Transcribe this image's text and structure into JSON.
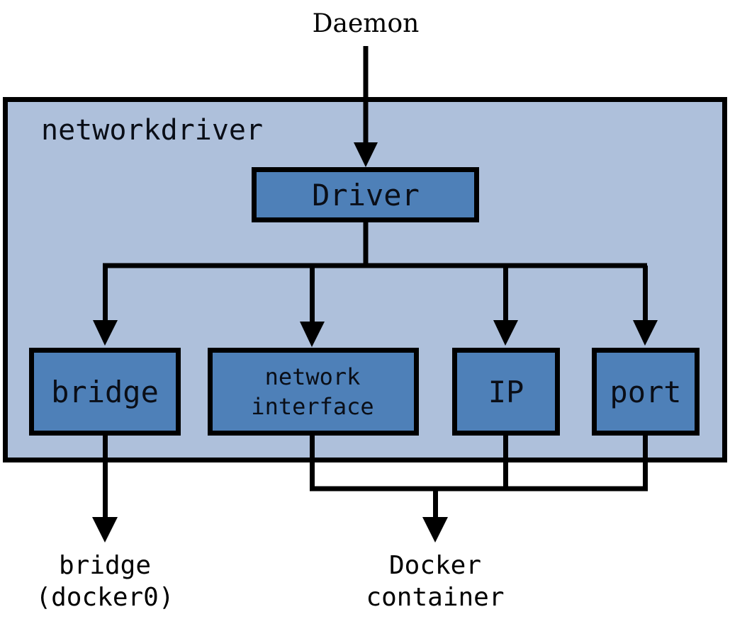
{
  "diagram": {
    "title_text": "Daemon",
    "panel": {
      "label": "networkdriver",
      "fill_color": "#aec0db",
      "border_color": "#000000"
    },
    "node_fill_color": "#4e80b8",
    "node_border_color": "#000000",
    "nodes": {
      "driver": {
        "label": "Driver"
      },
      "bridge": {
        "label": "bridge"
      },
      "network_interface": {
        "label_line1": "network",
        "label_line2": "interface"
      },
      "ip": {
        "label": "IP"
      },
      "port": {
        "label": "port"
      }
    },
    "outputs": {
      "bridge_docker0": {
        "label_line1": "bridge",
        "label_line2": "(docker0)"
      },
      "docker_container": {
        "label_line1": "Docker",
        "label_line2": "container"
      }
    }
  }
}
